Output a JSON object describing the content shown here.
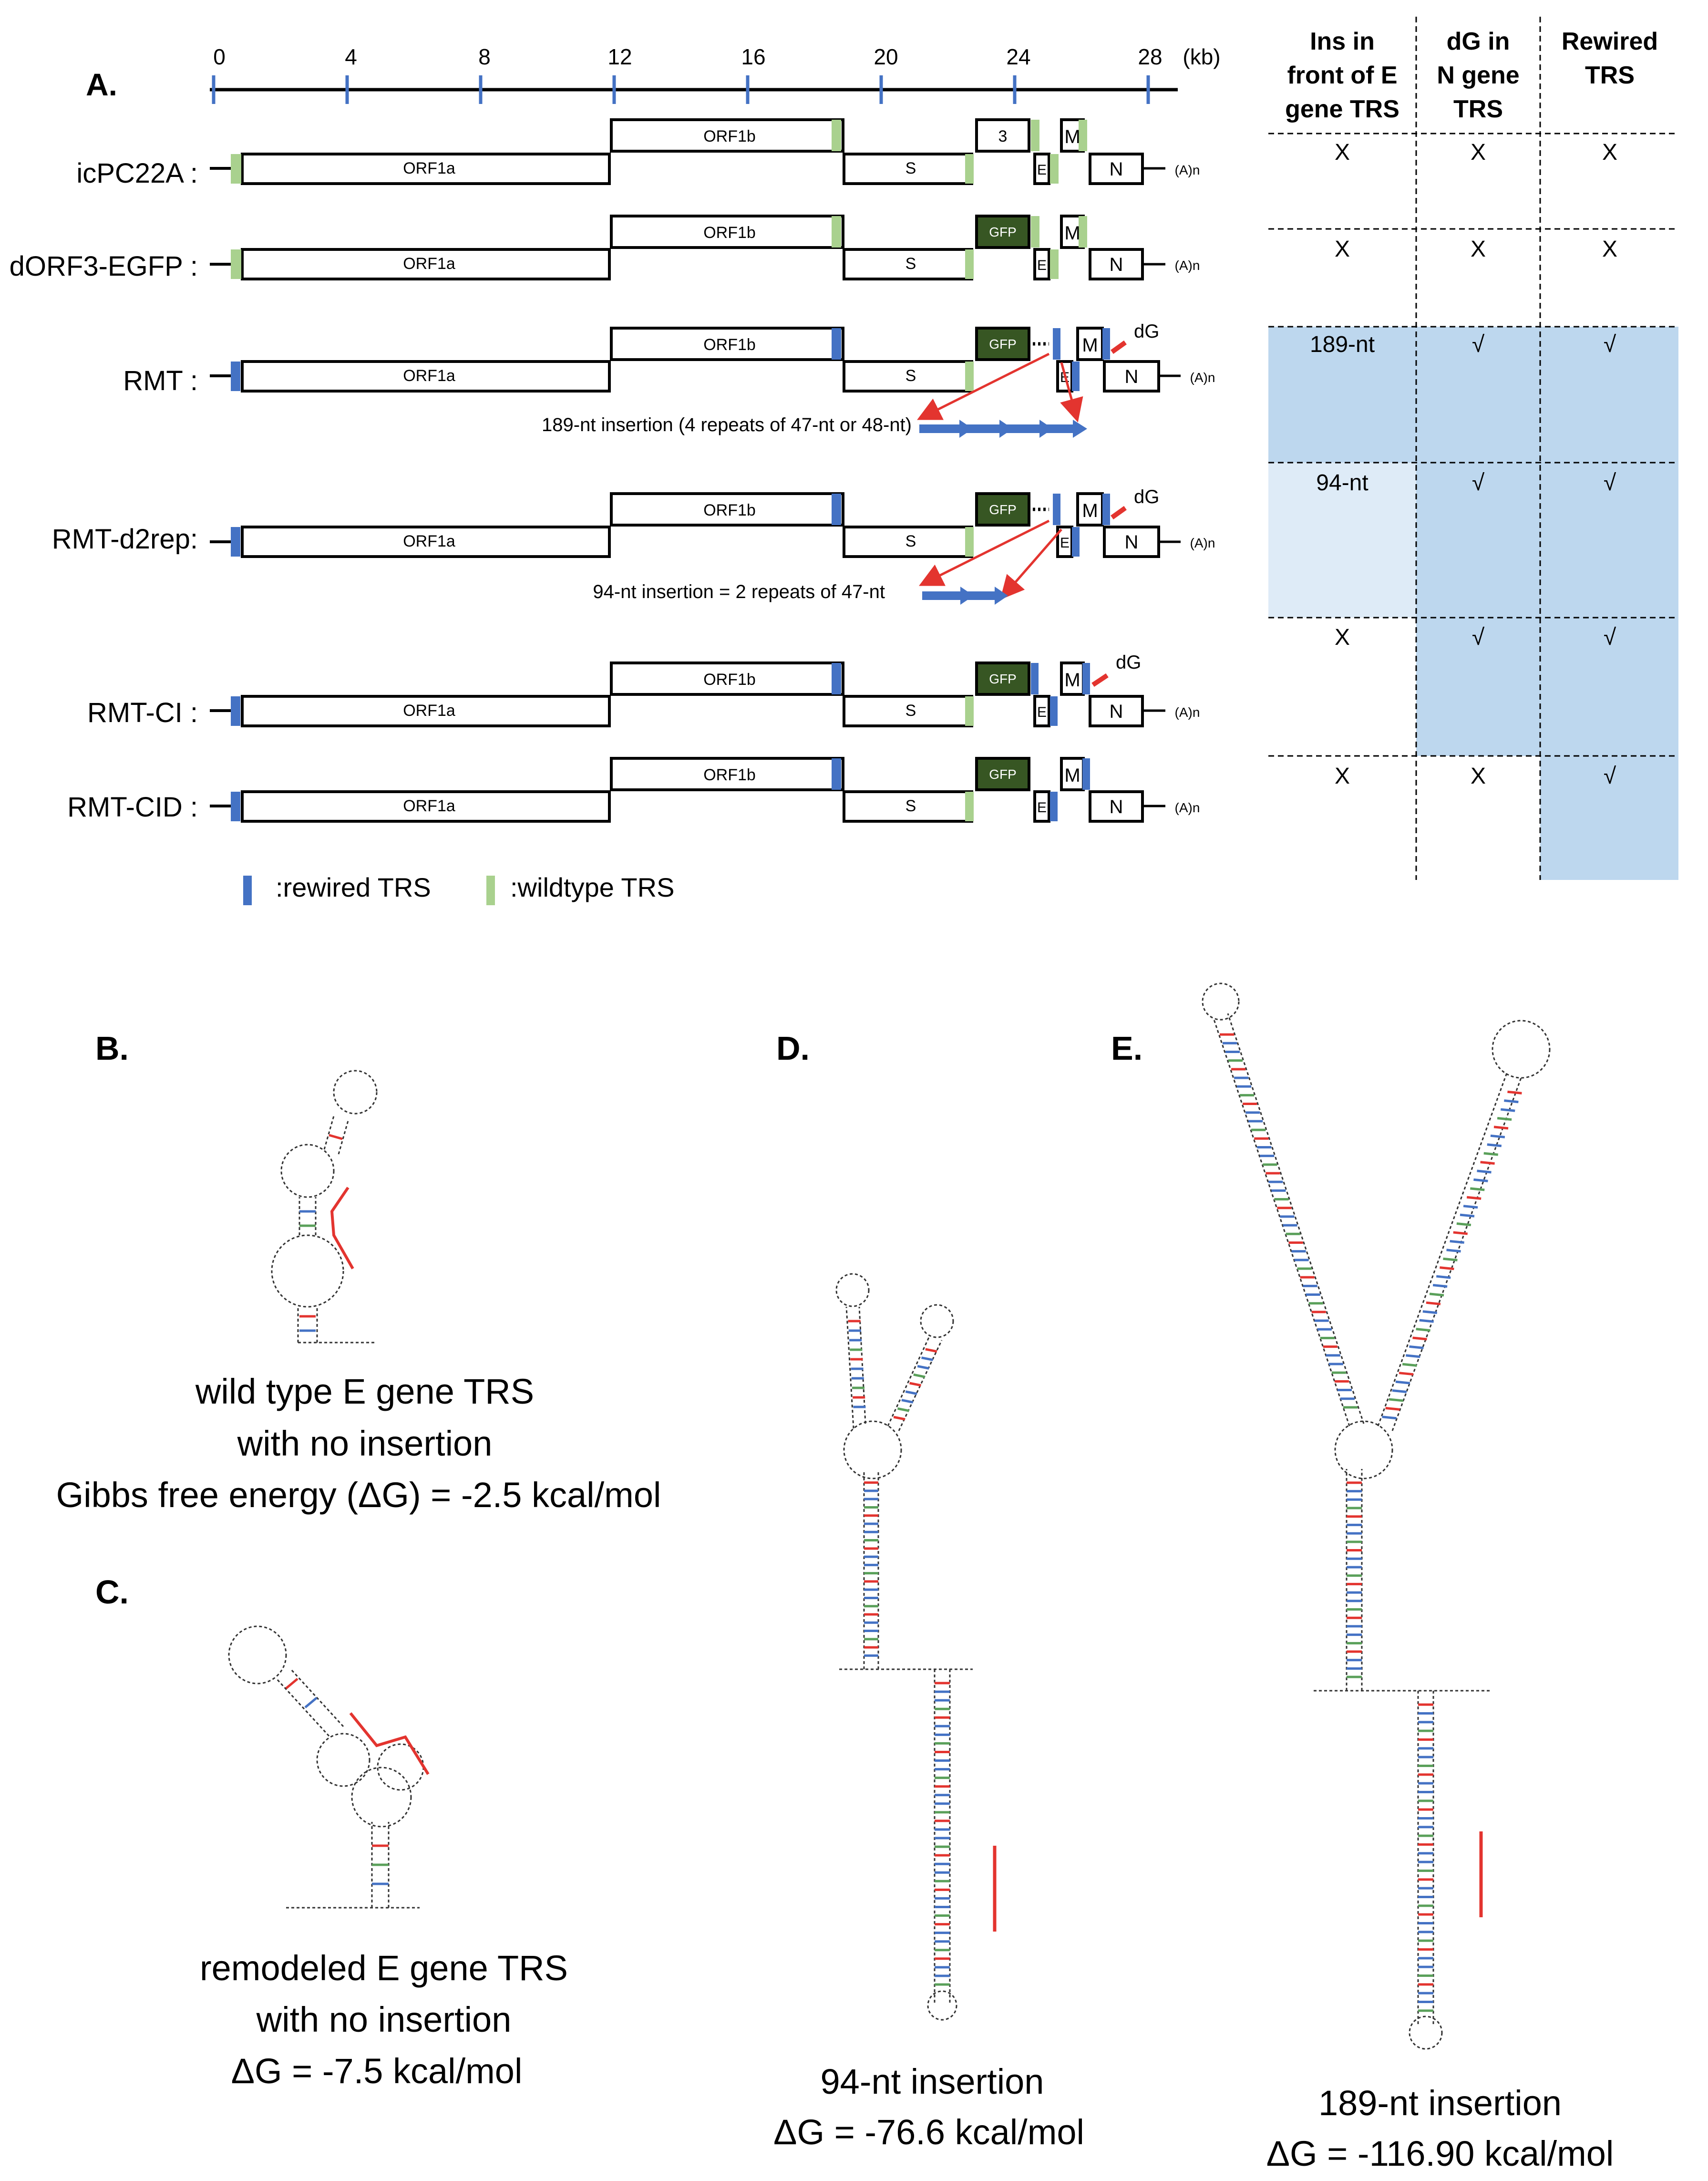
{
  "panel_labels": {
    "a": "A.",
    "b": "B.",
    "c": "C.",
    "d": "D.",
    "e": "E."
  },
  "axis": {
    "ticks": [
      "0",
      "4",
      "8",
      "12",
      "16",
      "20",
      "24",
      "28"
    ],
    "unit": "(kb)"
  },
  "genes": {
    "orf1a": "ORF1a",
    "orf1b": "ORF1b",
    "s": "S",
    "orf3": "3",
    "gfp": "GFP",
    "e": "E",
    "m": "M",
    "n": "N",
    "polya": "(A)n",
    "dg": "dG"
  },
  "constructs": [
    {
      "name": "icPC22A :"
    },
    {
      "name": "dORF3-EGFP :"
    },
    {
      "name": "RMT :",
      "note": "189-nt insertion (4 repeats of 47-nt or 48-nt)"
    },
    {
      "name": "RMT-d2rep:",
      "note": "94-nt insertion = 2 repeats of 47-nt"
    },
    {
      "name": "RMT-CI :"
    },
    {
      "name": "RMT-CID :"
    }
  ],
  "legend": {
    "rewired": ":rewired TRS",
    "wildtype": ":wildtype TRS"
  },
  "colors": {
    "rewired_trs": "#4472c4",
    "wildtype_trs": "#a9d18e",
    "gfp_box": "#375623",
    "highlight_dark": "#bdd7ee",
    "highlight_light": "#deebf7",
    "arrow_red": "#e3342f"
  },
  "table": {
    "headers": [
      "Ins in front of E gene TRS",
      "dG in N gene TRS",
      "Rewired TRS"
    ],
    "header_lines": [
      [
        "Ins in",
        "front of E",
        "gene TRS"
      ],
      [
        "dG in",
        "N gene",
        "TRS"
      ],
      [
        "Rewired",
        "TRS"
      ]
    ],
    "rows": [
      [
        "X",
        "X",
        "X"
      ],
      [
        "X",
        "X",
        "X"
      ],
      [
        "189-nt",
        "√",
        "√"
      ],
      [
        "94-nt",
        "√",
        "√"
      ],
      [
        "X",
        "√",
        "√"
      ],
      [
        "X",
        "X",
        "√"
      ]
    ]
  },
  "structures": {
    "b": {
      "caption_lines": [
        "wild type E gene TRS",
        "with no insertion",
        "Gibbs free energy (ΔG) = -2.5 kcal/mol"
      ]
    },
    "c": {
      "caption_lines": [
        "remodeled E gene TRS",
        "with no insertion",
        "ΔG = -7.5 kcal/mol"
      ]
    },
    "d": {
      "caption_lines": [
        "94-nt insertion",
        "ΔG = -76.6 kcal/mol"
      ]
    },
    "e": {
      "caption_lines": [
        "189-nt insertion",
        "ΔG = -116.90 kcal/mol"
      ]
    }
  }
}
